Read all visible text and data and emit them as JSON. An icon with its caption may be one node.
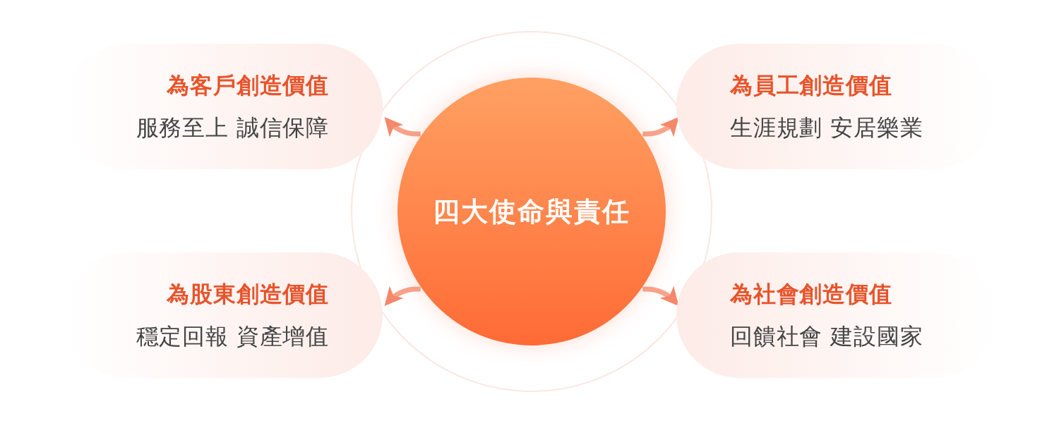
{
  "diagram": {
    "nodes": [
      {
        "text": [
          "四大使命與責任"
        ]
      },
      {
        "text": [
          "為客戶創造價值",
          "服務至上 誠信保障"
        ]
      },
      {
        "text": [
          "為員工創造價值",
          "生涯規劃 安居樂業"
        ]
      },
      {
        "text": [
          "為股東創造價值",
          "穩定回報 資產增值"
        ]
      },
      {
        "text": [
          "為社會創造價值",
          "回饋社會 建設國家"
        ]
      }
    ],
    "edges": [
      {
        "from": 0,
        "to": 1,
        "arrow": "to"
      },
      {
        "from": 0,
        "to": 2,
        "arrow": "to"
      },
      {
        "from": 0,
        "to": 3,
        "arrow": "to"
      },
      {
        "from": 0,
        "to": 4,
        "arrow": "to"
      }
    ]
  }
}
